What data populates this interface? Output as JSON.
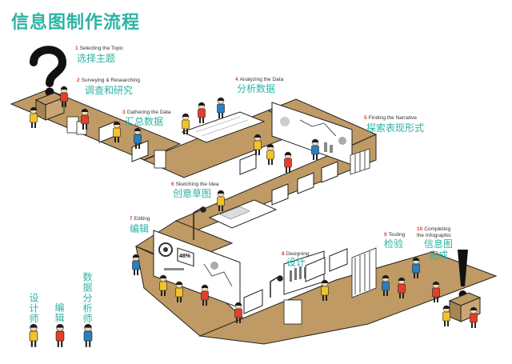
{
  "title": "信息图制作流程",
  "steps": [
    {
      "num": "1",
      "en": "Selecting the Topic",
      "cn": "选择主题"
    },
    {
      "num": "2",
      "en": "Surveying & Researching",
      "cn": "调查和研究"
    },
    {
      "num": "3",
      "en": "Gathering the Data",
      "cn": "汇总数据"
    },
    {
      "num": "4",
      "en": "Analyzing the Data",
      "cn": "分析数据"
    },
    {
      "num": "5",
      "en": "Finding the Narrative",
      "cn": "探索表现形式"
    },
    {
      "num": "6",
      "en": "Sketching the Idea",
      "cn": "创意草图"
    },
    {
      "num": "7",
      "en": "Editing",
      "cn": "编辑"
    },
    {
      "num": "8",
      "en": "Designing",
      "cn": "设计"
    },
    {
      "num": "9",
      "en": "Testing",
      "cn": "检验"
    },
    {
      "num": "10",
      "en": "Completing\nthe Infographic",
      "cn": "信息图\n完成"
    }
  ],
  "legend": [
    "设计师",
    "编辑",
    "数据分析师"
  ],
  "monitor_value": "48%",
  "colors": {
    "accent": "#2bb3a3",
    "floor": "#bf9a64",
    "designer": "#f4c32b",
    "editor": "#e2402b",
    "analyst": "#2a7fbf",
    "hair": "#1a1a1a"
  }
}
